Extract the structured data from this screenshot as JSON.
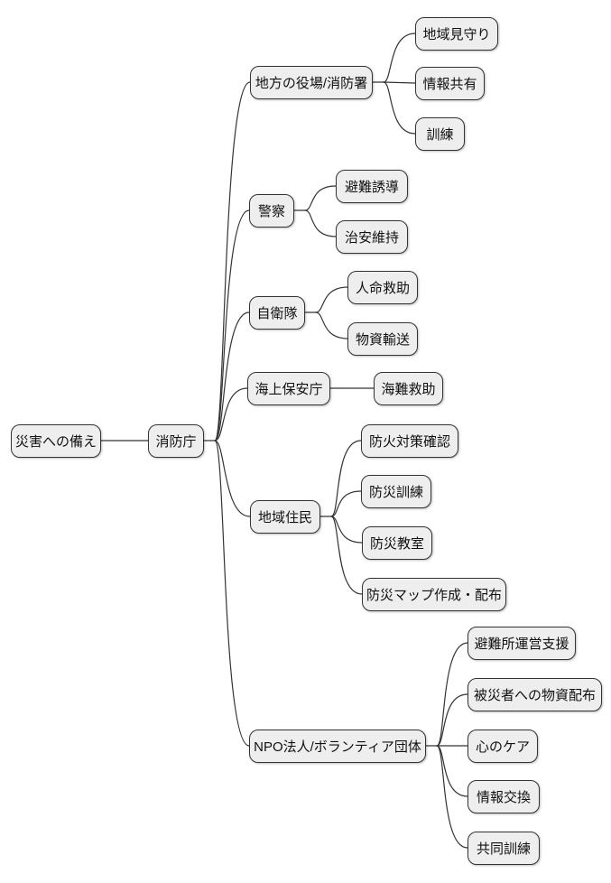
{
  "diagram": {
    "type": "mindmap",
    "direction": "left-to-right",
    "colors": {
      "background": "#ffffff",
      "node_fill": "#eeeeee",
      "node_border": "#333333",
      "edge": "#333333",
      "text": "#111111"
    }
  },
  "mindmap": {
    "root": {
      "label": "災害への備え",
      "children": [
        {
          "label": "消防庁",
          "children": [
            {
              "label": "地方の役場/消防署",
              "children": [
                {
                  "label": "地域見守り"
                },
                {
                  "label": "情報共有"
                },
                {
                  "label": "訓練"
                }
              ]
            },
            {
              "label": "警察",
              "children": [
                {
                  "label": "避難誘導"
                },
                {
                  "label": "治安維持"
                }
              ]
            },
            {
              "label": "自衛隊",
              "children": [
                {
                  "label": "人命救助"
                },
                {
                  "label": "物資輸送"
                }
              ]
            },
            {
              "label": "海上保安庁",
              "children": [
                {
                  "label": "海難救助"
                }
              ]
            },
            {
              "label": "地域住民",
              "children": [
                {
                  "label": "防火対策確認"
                },
                {
                  "label": "防災訓練"
                },
                {
                  "label": "防災教室"
                },
                {
                  "label": "防災マップ作成・配布"
                }
              ]
            },
            {
              "label": "NPO法人/ボランティア団体",
              "children": [
                {
                  "label": "避難所運営支援"
                },
                {
                  "label": "被災者への物資配布"
                },
                {
                  "label": "心のケア"
                },
                {
                  "label": "情報交換"
                },
                {
                  "label": "共同訓練"
                }
              ]
            }
          ]
        }
      ]
    }
  }
}
